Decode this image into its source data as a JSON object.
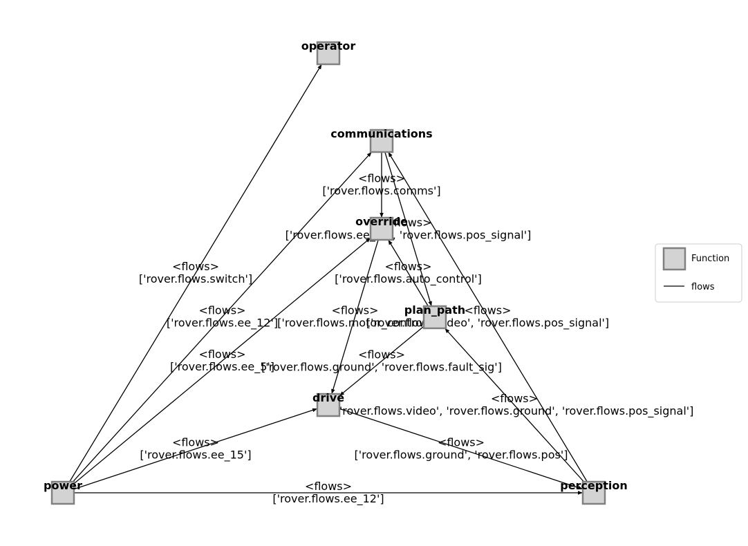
{
  "nodes": [
    {
      "id": "operator",
      "label": "operator"
    },
    {
      "id": "communications",
      "label": "communications"
    },
    {
      "id": "override",
      "label": "override"
    },
    {
      "id": "plan_path",
      "label": "plan_path"
    },
    {
      "id": "drive",
      "label": "drive"
    },
    {
      "id": "power",
      "label": "power"
    },
    {
      "id": "perception",
      "label": "perception"
    }
  ],
  "edges": [
    {
      "from": "power",
      "to": "operator",
      "relation": "<flows>",
      "flows": "['rover.flows.switch']"
    },
    {
      "from": "power",
      "to": "communications",
      "relation": "<flows>",
      "flows": "['rover.flows.ee_12']"
    },
    {
      "from": "power",
      "to": "override",
      "relation": "<flows>",
      "flows": "['rover.flows.ee_5']"
    },
    {
      "from": "power",
      "to": "drive",
      "relation": "<flows>",
      "flows": "['rover.flows.ee_15']"
    },
    {
      "from": "power",
      "to": "perception",
      "relation": "<flows>",
      "flows": "['rover.flows.ee_12']"
    },
    {
      "from": "communications",
      "to": "override",
      "relation": "<flows>",
      "flows": "['rover.flows.comms']"
    },
    {
      "from": "perception",
      "to": "communications",
      "relation": "<flows>",
      "flows": "['rover.flows.video', 'rover.flows.pos_signal']"
    },
    {
      "from": "plan_path",
      "to": "override",
      "relation": "<flows>",
      "flows": "['rover.flows.auto_control']"
    },
    {
      "from": "override",
      "to": "drive",
      "relation": "<flows>",
      "flows": "['rover.flows.motor_control']"
    },
    {
      "from": "communications",
      "to": "plan_path",
      "relation": "<flows>",
      "flows": "['rover.flows.ee_12', 'rover.flows.pos_signal']"
    },
    {
      "from": "plan_path",
      "to": "drive",
      "relation": "<flows>",
      "flows": "['rover.flows.ground', 'rover.flows.fault_sig']"
    },
    {
      "from": "perception",
      "to": "plan_path",
      "relation": "<flows>",
      "flows": "['rover.flows.video', 'rover.flows.ground', 'rover.flows.pos_signal']"
    },
    {
      "from": "drive",
      "to": "perception",
      "relation": "<flows>",
      "flows": "['rover.flows.ground', 'rover.flows.pos']"
    }
  ],
  "legend": {
    "node_label": "Function",
    "edge_label": "flows"
  },
  "colors": {
    "node_fill": "#d3d3d3",
    "node_stroke": "#808080",
    "edge": "#000000"
  }
}
